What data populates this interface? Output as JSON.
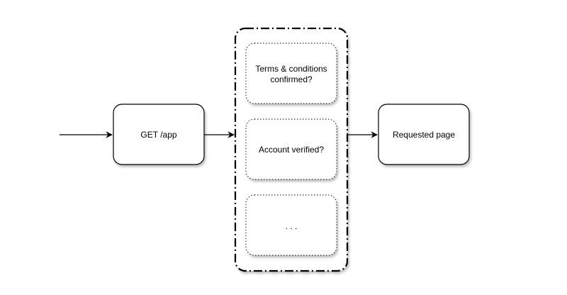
{
  "diagram": {
    "nodes": {
      "request": {
        "label": "GET /app"
      },
      "check_terms": {
        "label_line1": "Terms & conditions",
        "label_line2": "confirmed?"
      },
      "check_account": {
        "label": "Account verified?"
      },
      "check_more": {
        "label": ". . ."
      },
      "result": {
        "label": "Requested page"
      }
    },
    "edges": [
      {
        "from": "entry",
        "to": "request"
      },
      {
        "from": "request",
        "to": "checks-group"
      },
      {
        "from": "checks-group",
        "to": "result"
      }
    ]
  },
  "colors": {
    "stroke": "#000000",
    "background": "#ffffff"
  }
}
